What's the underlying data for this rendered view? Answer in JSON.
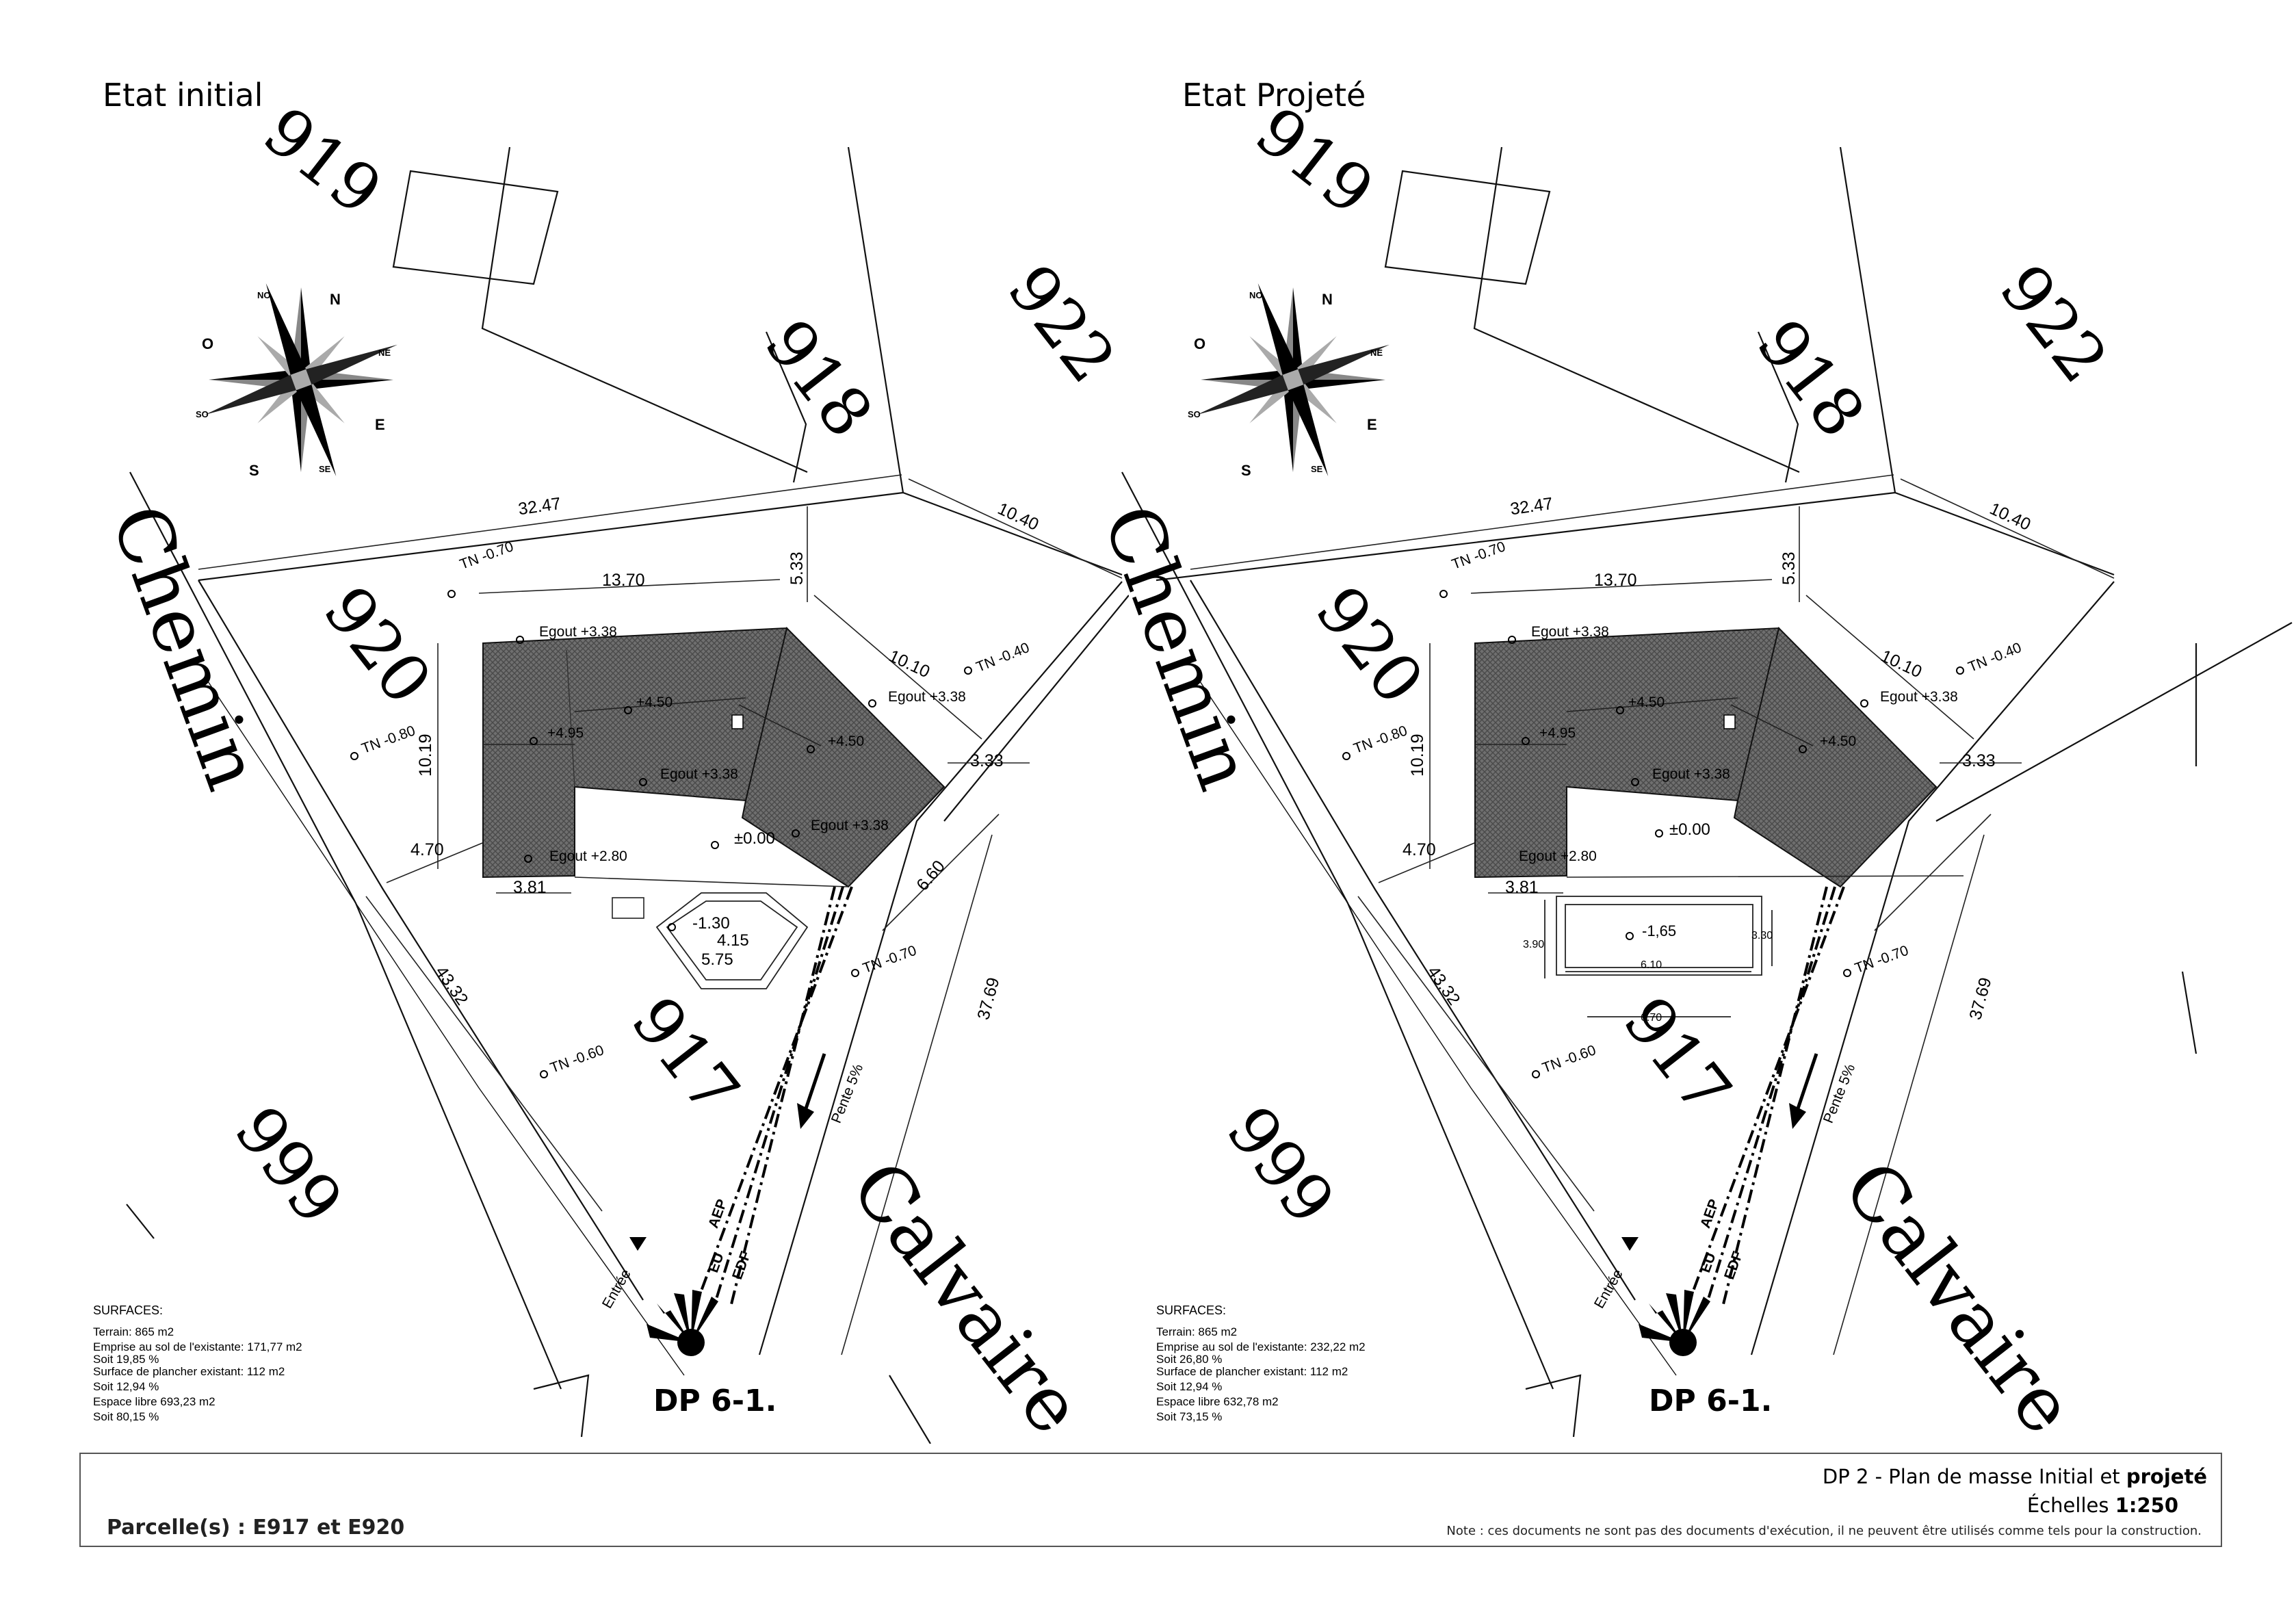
{
  "titles": {
    "left": "Etat initial",
    "right": "Etat Projeté"
  },
  "plan": {
    "parcels": [
      "919",
      "918",
      "922",
      "920",
      "917",
      "999"
    ],
    "road_names": [
      "Chemin",
      "Calvaire"
    ],
    "compass": {
      "n": "N",
      "ne": "NE",
      "e": "E",
      "se": "SE",
      "s": "S",
      "so": "SO",
      "o": "O",
      "no": "NO"
    },
    "dims_common": {
      "d3247": "32.47",
      "d1040": "10.40",
      "d1370": "13.70",
      "d533": "5.33",
      "d1010": "10.10",
      "d1019": "10.19",
      "d333": "3.33",
      "d470": "4.70",
      "d381": "3.81",
      "d4332": "43.32",
      "d3769": "37.69",
      "d660": "6.60"
    },
    "levels": {
      "egout338": "Egout +3.38",
      "egout280": "Egout +2.80",
      "p450": "+4.50",
      "p495": "+4.95",
      "zero": "±0.00",
      "tn070": "TN -0.70",
      "tn040": "TN -0.40",
      "tn080": "TN -0.80",
      "tn060": "TN -0.60"
    },
    "networks": {
      "aep": "AEP",
      "eu": "EU",
      "edf": "EDF"
    },
    "slope": "Pente 5%",
    "entrance": "Entrée"
  },
  "left_pool": {
    "level": "-1.30",
    "width": "4.15",
    "length": "5.75"
  },
  "right_pool": {
    "level": "-1,65",
    "d390": "3.90",
    "d330": "3.30",
    "d610": "6.10",
    "d670": "6.70"
  },
  "surfaces_left": [
    "SURFACES:",
    "Terrain: 865 m2",
    "Emprise au sol de l'existante: 171,77 m2",
    "Soit 19,85 %",
    "Surface de plancher existant: 112 m2",
    "Soit 12,94 %",
    "Espace libre 693,23 m2",
    "Soit 80,15 %"
  ],
  "surfaces_right": [
    "SURFACES:",
    "Terrain: 865 m2",
    "Emprise au sol de l'existante: 232,22 m2",
    "Soit 26,80 %",
    "Surface de plancher existant: 112 m2",
    "Soit 12,94 %",
    "Espace libre 632,78 m2",
    "Soit 73,15 %"
  ],
  "dp_label": "DP 6-1.",
  "footer": {
    "parcels": "Parcelle(s) : E917 et E920",
    "title_prefix": "DP 2 - Plan de masse Initial et ",
    "title_bold": "projeté",
    "scale_prefix": "Échelles ",
    "scale_bold": "1:250",
    "note": "Note : ces documents ne sont pas des documents d'exécution, il ne peuvent être utilisés comme tels pour la construction."
  }
}
